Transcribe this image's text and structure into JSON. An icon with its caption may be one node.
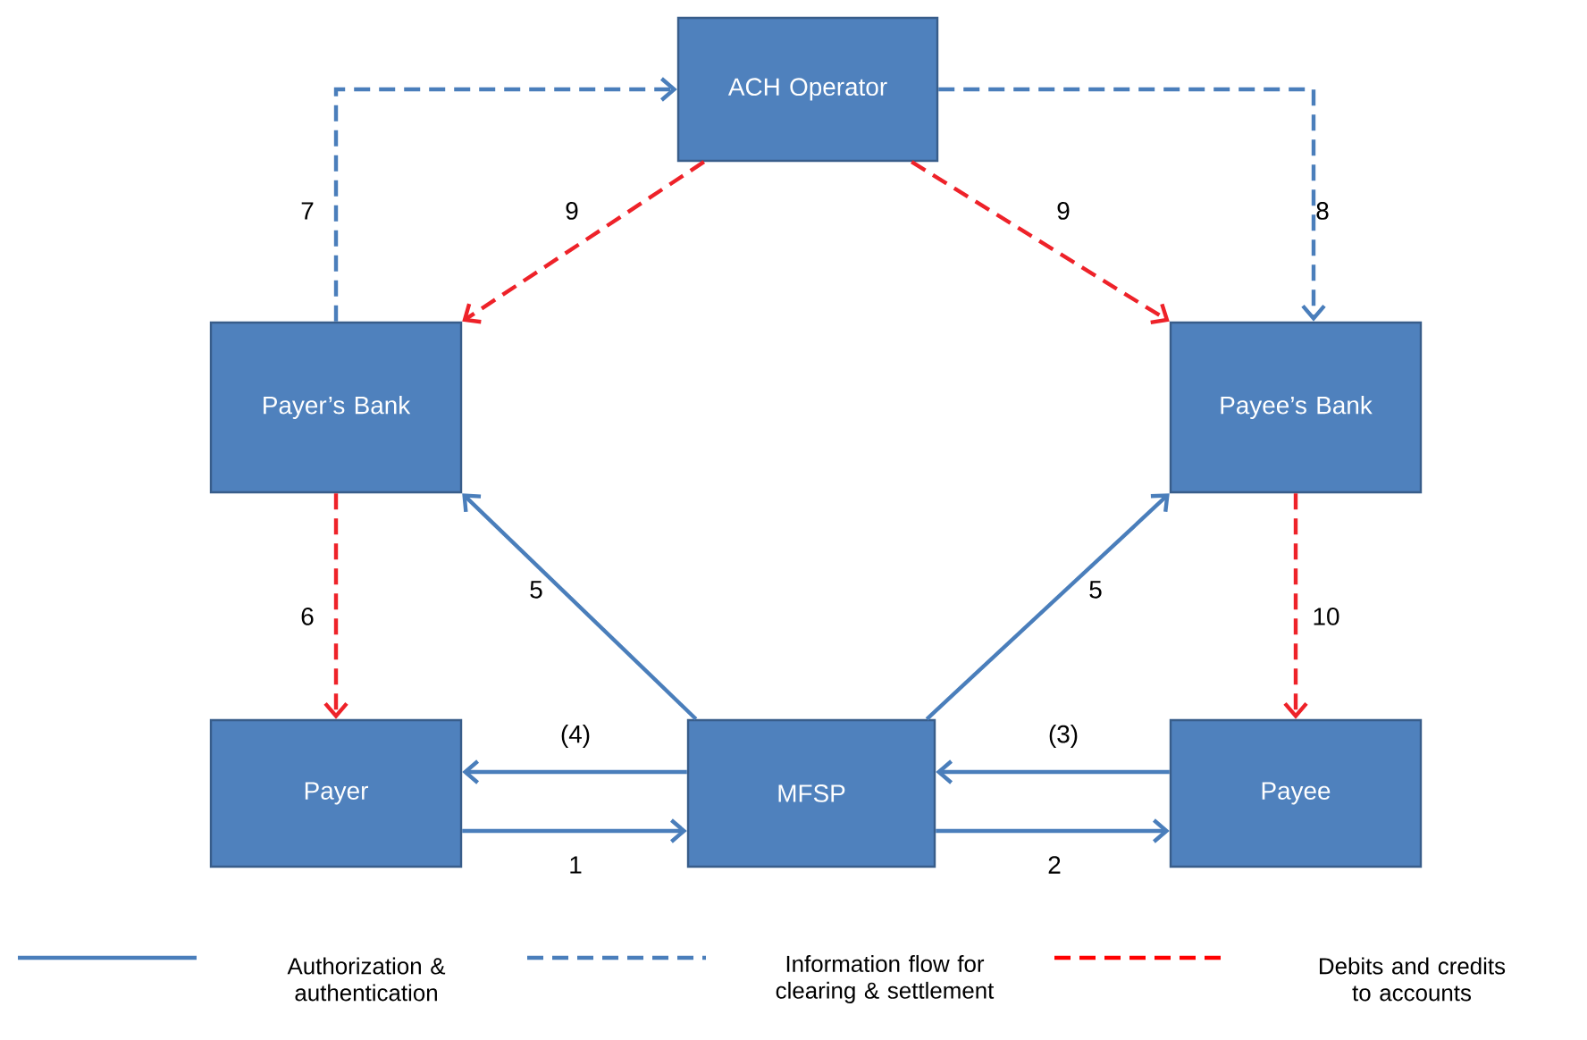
{
  "diagram": {
    "nodes": [
      {
        "text": [
          "ACH Operator"
        ]
      },
      {
        "text": [
          "Payer’s Bank"
        ]
      },
      {
        "text": [
          "Payee’s Bank"
        ]
      },
      {
        "text": [
          "Payer"
        ]
      },
      {
        "text": [
          "MFSP"
        ]
      },
      {
        "text": [
          "Payee"
        ]
      }
    ],
    "edges": [
      {
        "from": 1,
        "to": 0,
        "arrow": "to",
        "label": "7",
        "style": "dashed"
      },
      {
        "from": 0,
        "to": 2,
        "arrow": "to",
        "label": "8",
        "style": "dashed"
      },
      {
        "from": 0,
        "to": 1,
        "arrow": "to",
        "label": "9",
        "style": "dashed",
        "color": "#ee2229"
      },
      {
        "from": 0,
        "to": 2,
        "arrow": "to",
        "label": "9",
        "style": "dashed",
        "color": "#ee2229"
      },
      {
        "from": 4,
        "to": 1,
        "arrow": "to",
        "label": "5"
      },
      {
        "from": 4,
        "to": 2,
        "arrow": "to",
        "label": "5"
      },
      {
        "from": 1,
        "to": 3,
        "arrow": "to",
        "label": "6",
        "style": "dashed",
        "color": "#ee2229"
      },
      {
        "from": 2,
        "to": 5,
        "arrow": "to",
        "label": "10",
        "style": "dashed",
        "color": "#ee2229"
      },
      {
        "from": 4,
        "to": 3,
        "arrow": "to",
        "label": "(4)"
      },
      {
        "from": 3,
        "to": 4,
        "arrow": "to",
        "label": "1"
      },
      {
        "from": 5,
        "to": 4,
        "arrow": "to",
        "label": "(3)"
      },
      {
        "from": 4,
        "to": 5,
        "arrow": "to",
        "label": "2"
      }
    ],
    "legend": [
      {
        "text": "Authorization & authentication"
      },
      {
        "text": "Information flow for clearing & settlement"
      },
      {
        "text": "Debits and credits to accounts"
      }
    ]
  }
}
